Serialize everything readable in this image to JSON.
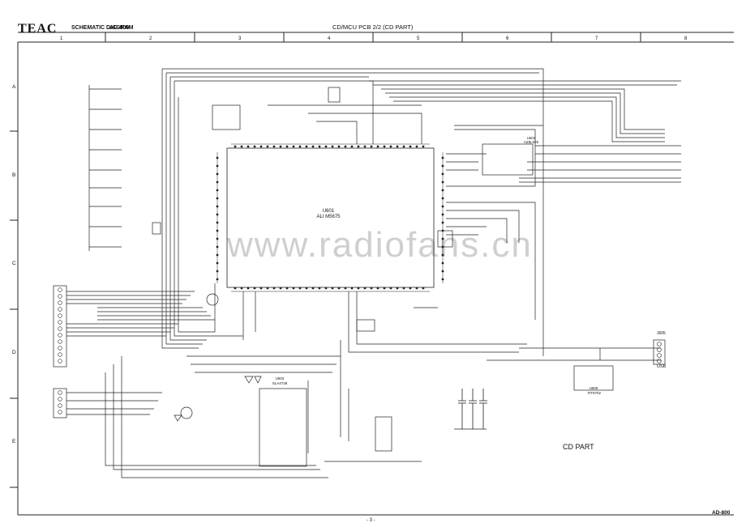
{
  "header": {
    "brand": "TEAC",
    "diagram_title": "SCHEMATIC DIAGRAM",
    "model": "AD-800",
    "board_title": "CD/MCU PCB 2/2 (CD PART)"
  },
  "grid": {
    "columns": [
      "1",
      "2",
      "3",
      "4",
      "5",
      "6",
      "7",
      "8"
    ],
    "rows": [
      "A",
      "B",
      "C",
      "D",
      "E"
    ]
  },
  "components": {
    "main_ic_ref": "U601",
    "main_ic_part": "ALI M5675",
    "eeprom_ref": "U603",
    "eeprom_part": "AZ5L025",
    "driver_ref": "U602",
    "driver_part": "SLA4728",
    "usb_ic_ref": "U606",
    "usb_ic_part": "RT9702",
    "usb_connector_ref": "J605",
    "usb_label": "USB"
  },
  "section_label": "CD PART",
  "footer": {
    "model": "AD-800",
    "page_number": "- 3 -"
  },
  "watermark": "www.radiofans.cn"
}
